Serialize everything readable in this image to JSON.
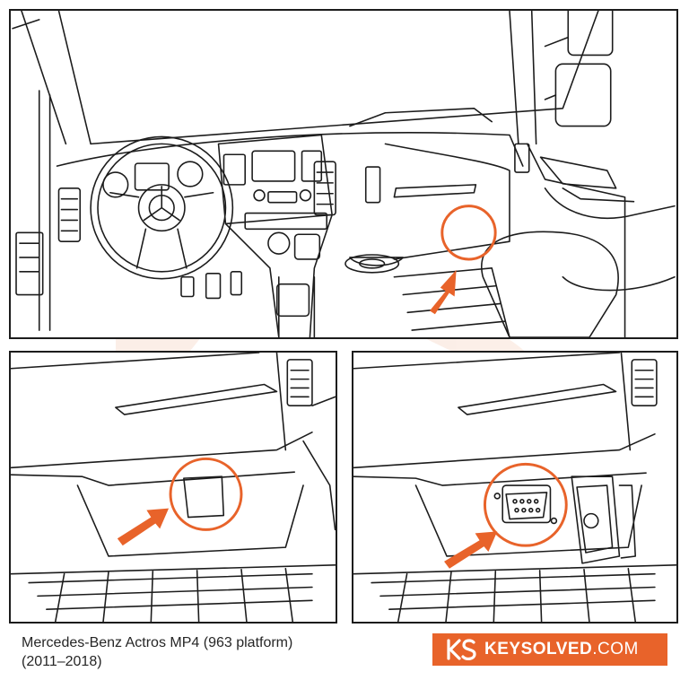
{
  "caption": {
    "line1": "Mercedes-Benz Actros MP4 (963 platform)",
    "line2": "(2011–2018)"
  },
  "brand": {
    "name": "KEYSOLVED",
    "suffix": ".COM",
    "accent_color": "#e8632a"
  },
  "colors": {
    "highlight": "#e8632a",
    "line": "#1c1c1c",
    "watermark": "#f7d7c8"
  },
  "icons": [
    "arrow-icon",
    "highlight-circle-icon",
    "ks-logo-icon",
    "obd-port-icon"
  ]
}
